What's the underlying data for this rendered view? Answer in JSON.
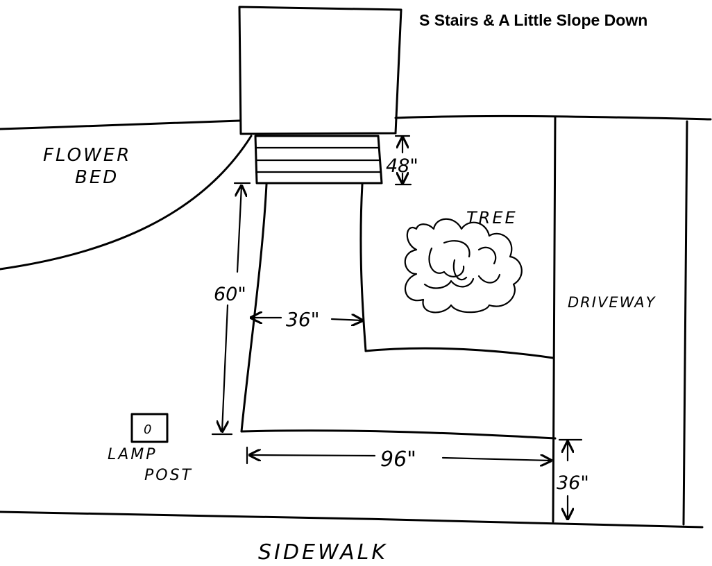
{
  "title": "S Stairs & A Little Slope Down",
  "labels": {
    "flower_line1": "FLOWER",
    "flower_line2": "BED",
    "tree": "TREE",
    "driveway": "DRIVEWAY",
    "lamp_line1": "LAMP",
    "lamp_line2": "POST",
    "lamp_symbol": "0",
    "sidewalk": "SIDEWALK"
  },
  "dimensions": {
    "stairs_height": "48\"",
    "walk_length": "60\"",
    "walk_width": "36\"",
    "front_width": "96\"",
    "to_sidewalk": "36\""
  }
}
